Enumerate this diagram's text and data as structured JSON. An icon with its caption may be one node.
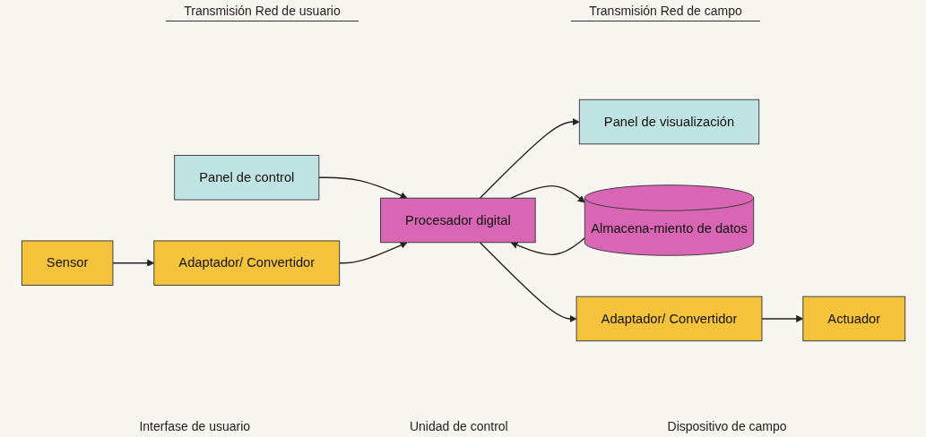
{
  "diagram": {
    "nodes": [
      {
        "text": [
          "Panel de visualización"
        ]
      },
      {
        "text": [
          "Panel de control"
        ]
      },
      {
        "text": [
          "Procesador digital"
        ]
      },
      {
        "text": [
          "Almacena-miento de datos"
        ]
      },
      {
        "text": [
          "Adaptador/ Convertidor"
        ]
      },
      {
        "text": [
          "Sensor"
        ]
      },
      {
        "text": [
          "Adaptador/ Convertidor"
        ]
      },
      {
        "text": [
          "Actuador"
        ]
      }
    ],
    "edges": [
      {
        "from": 2,
        "to": 0,
        "arrow": "to"
      },
      {
        "from": 1,
        "to": 2,
        "arrow": "to"
      },
      {
        "from": 3,
        "to": 2,
        "arrow": "to"
      },
      {
        "from": 2,
        "to": 3,
        "arrow": "to"
      },
      {
        "from": 5,
        "to": 4,
        "arrow": "to"
      },
      {
        "from": 4,
        "to": 2,
        "arrow": "to"
      },
      {
        "from": 2,
        "to": 6,
        "arrow": "to"
      },
      {
        "from": 6,
        "to": 7,
        "arrow": "to"
      }
    ],
    "labels": [
      "Transmisión Red de usuario",
      "Transmisión Red de campo",
      "Interfase de usuario",
      "Unidad de control",
      "Dispositivo de campo"
    ]
  }
}
